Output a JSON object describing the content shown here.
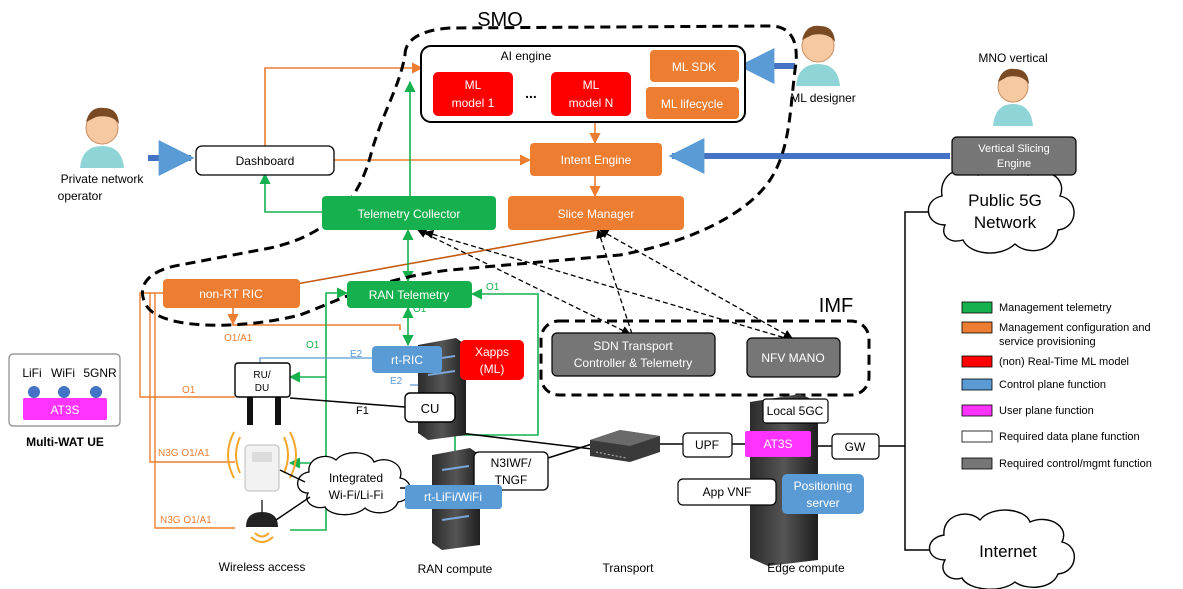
{
  "colors": {
    "green": "#17b04f",
    "orange": "#ed7d31",
    "red": "#ff0000",
    "blue": "#5b9bd5",
    "magenta": "#ff33ff",
    "gray": "#767676",
    "arrow_blue": "#4472c4"
  },
  "icons": [
    "person-icon",
    "cloud-icon",
    "server-icon",
    "network-switch-icon",
    "wireless-access-point-icon",
    "antenna-icon",
    "lamp-icon"
  ],
  "smo": {
    "title": "SMO",
    "ai_engine": {
      "label": "AI engine",
      "ml_model_1": [
        "ML",
        "model 1"
      ],
      "ellipsis": "...",
      "ml_model_n": [
        "ML",
        "model N"
      ],
      "ml_sdk": "ML SDK",
      "ml_lifecycle": "ML lifecycle"
    },
    "intent_engine": "Intent Engine",
    "slice_manager": "Slice Manager",
    "telemetry_collector": "Telemetry Collector"
  },
  "actors": {
    "ml_designer": "ML designer",
    "mno_vertical": "MNO vertical",
    "private_operator": [
      "Private network",
      "operator"
    ]
  },
  "dashboard": "Dashboard",
  "vertical_slicing": [
    "Vertical Slicing",
    "Engine"
  ],
  "public_5g": [
    "Public 5G",
    "Network"
  ],
  "internet": "Internet",
  "non_rt_ric": "non-RT RIC",
  "ran_telemetry": "RAN Telemetry",
  "rt_ric": "rt-RIC",
  "xapps": [
    "Xapps",
    "(ML)"
  ],
  "cu": "CU",
  "ru_du": [
    "RU/",
    "DU"
  ],
  "f1": "F1",
  "integrated_wifi": [
    "Integrated",
    "Wi-Fi/Li-Fi"
  ],
  "n3iwf": [
    "N3IWF/",
    "TNGF"
  ],
  "rt_lifi": "rt-LiFi/WiFi",
  "imf": {
    "title": "IMF",
    "sdn": [
      "SDN Transport",
      "Controller & Telemetry"
    ],
    "nfv": "NFV MANO"
  },
  "edge": {
    "local5gc": "Local 5GC",
    "upf": "UPF",
    "at3s": "AT3S",
    "gw": "GW",
    "appvnf": "App VNF",
    "positioning": [
      "Positioning",
      "server"
    ]
  },
  "ue": {
    "lifi": "LiFi",
    "wifi": "WiFi",
    "fivegnr": "5GNR",
    "at3s": "AT3S",
    "caption": "Multi-WAT UE"
  },
  "link_labels": {
    "o1_top": "O1",
    "o1_ran": "O1",
    "o1_left": "O1",
    "o1_rtric": "O1",
    "o1a1": "O1/A1",
    "e2_top": "E2",
    "e2_bottom": "E2",
    "o1_ru": "O1",
    "n3g1": "N3G O1/A1",
    "n3g2": "N3G O1/A1"
  },
  "bottom_labels": {
    "wireless": "Wireless access",
    "ran": "RAN compute",
    "transport": "Transport",
    "edge": "Edge compute"
  },
  "legend": [
    {
      "color": "#17b04f",
      "label": [
        "Management telemetry"
      ]
    },
    {
      "color": "#ed7d31",
      "label": [
        "Management configuration and",
        "service provisioning"
      ]
    },
    {
      "color": "#ff0000",
      "label": [
        "(non) Real-Time ML model"
      ]
    },
    {
      "color": "#5b9bd5",
      "label": [
        "Control plane function"
      ]
    },
    {
      "color": "#ff33ff",
      "label": [
        "User plane function"
      ]
    },
    {
      "color": "#ffffff",
      "label": [
        "Required data plane function"
      ]
    },
    {
      "color": "#767676",
      "label": [
        "Required control/mgmt function"
      ]
    }
  ]
}
